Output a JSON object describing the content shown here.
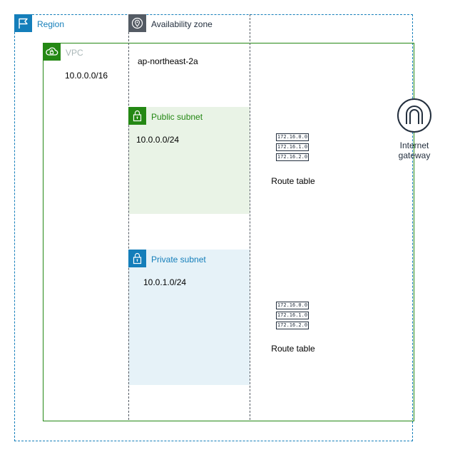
{
  "region": {
    "label": "Region",
    "icon": "flag-icon",
    "color": "#147eba"
  },
  "availability_zone": {
    "label": "Availability zone",
    "icon": "location-pin-icon",
    "name": "ap-northeast-2a",
    "color": "#545b64"
  },
  "vpc": {
    "label": "VPC",
    "icon": "cloud-lock-icon",
    "cidr": "10.0.0.0/16",
    "color": "#248814"
  },
  "public_subnet": {
    "label": "Public subnet",
    "icon": "padlock-icon",
    "cidr": "10.0.0.0/24",
    "color": "#248814",
    "fill": "#e9f3e6"
  },
  "private_subnet": {
    "label": "Private subnet",
    "icon": "padlock-icon",
    "cidr": "10.0.1.0/24",
    "color": "#147eba",
    "fill": "#e6f2f8"
  },
  "route_tables": [
    {
      "label": "Route table",
      "icon": "route-table-icon",
      "rows": [
        "172.16.0.0",
        "172.16.1.0",
        "172.16.2.0"
      ]
    },
    {
      "label": "Route table",
      "icon": "route-table-icon",
      "rows": [
        "172.16.0.0",
        "172.16.1.0",
        "172.16.2.0"
      ]
    }
  ],
  "internet_gateway": {
    "label_line1": "Internet",
    "label_line2": "gateway",
    "icon": "internet-gateway-icon"
  }
}
